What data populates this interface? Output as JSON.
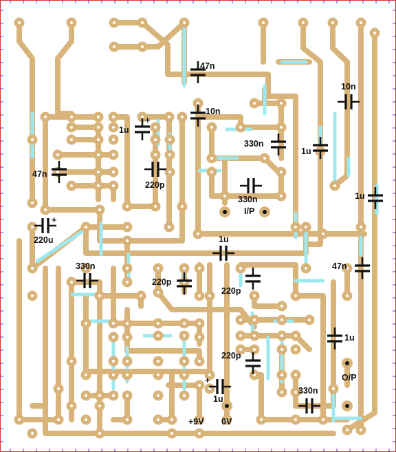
{
  "colors": {
    "background": "#ffffff",
    "grid": "#3b3bd6",
    "frame": "#d03030",
    "track": "#d9b47a",
    "pad_hole": "#ffffff",
    "link": "#9fe8ee",
    "component": "#111111",
    "text": "#111111"
  },
  "labels": {
    "c_47n_top": "47n",
    "c_10n_mid": "10n",
    "c_10n_right": "10n",
    "c_1u_top_left": "1u",
    "c_plus_1": "+",
    "c_330n_mid": "330n",
    "c_1u_right_mid": "1u",
    "c_47n_left": "47n",
    "c_220p_left": "220p",
    "c_330n_ip": "330n",
    "ip": "I/P",
    "c_1u_far_right": "1u",
    "c_220u": "220u",
    "c_plus_2": "+",
    "c_1u_center": "1u",
    "c_330n_left": "330n",
    "c_47n_right": "47n",
    "c_220p_center": "220p",
    "c_220p_right": "220p",
    "c_1u_right_low": "1u",
    "c_220p_bottom": "220p",
    "op": "O/P",
    "c_plus_3": "+",
    "c_1u_bottom": "1u",
    "c_330n_bottom": "330n",
    "plus9v": "+9V",
    "zero_v": "0V"
  }
}
